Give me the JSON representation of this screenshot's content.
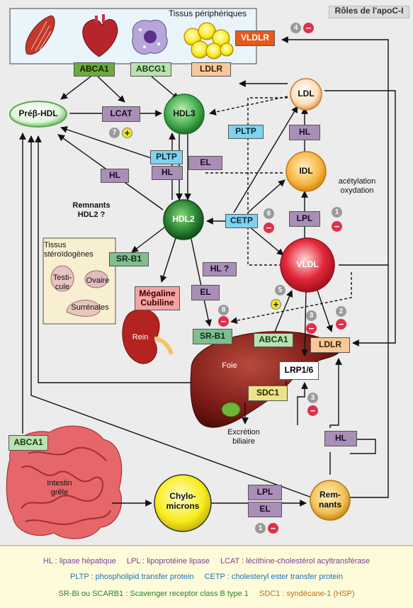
{
  "title": "Rôles de l'apoC-I",
  "top_box": {
    "label": "Tissus périphériques"
  },
  "lipoproteins": {
    "prebeta_hdl": "Préβ-HDL",
    "hdl3": "HDL3",
    "hdl2": "HDL2",
    "ldl": "LDL",
    "idl": "IDL",
    "vldl": "VLDL",
    "chylomicrons": "Chylo-\nmicrons",
    "remnants": "Rem-\nnants"
  },
  "boxes": {
    "vldlr": "VLDLR",
    "abca1_top": "ABCA1",
    "abcg1": "ABCG1",
    "ldlr_top": "LDLR",
    "lcat": "LCAT",
    "pltp_left": "PLTP",
    "hl_left": "HL",
    "hl_mid": "HL",
    "el_mid": "EL",
    "pltp_right": "PLTP",
    "cetp": "CETP",
    "hl_ldl": "HL",
    "lpl_idl": "LPL",
    "srb1_left": "SR-B1",
    "megaline": "Mégaline\nCubiline",
    "hl_q": "HL ?",
    "el_low": "EL",
    "srb1_liver": "SR-B1",
    "abca1_liver": "ABCA1",
    "ldlr_liver": "LDLR",
    "lrp1": "LRP1/6",
    "sdc1": "SDC1",
    "abca1_int": "ABCA1",
    "hl_bottom": "HL",
    "lpl_bottom": "LPL",
    "el_bottom": "EL"
  },
  "labels": {
    "remnants_hdl2": "Remnants\nHDL2 ?",
    "acetylation": "acétylation\noxydation",
    "tissus_stero": "Tissus\nstéroïdogènes",
    "testicule": "Testi-\ncule",
    "ovaire": "Ovaire",
    "surrenales": "Surrénales",
    "rein": "Rein",
    "foie": "Foie",
    "excretion": "Excrétion\nbiliaire",
    "intestin": "Intestin\ngrêle"
  },
  "numbers": {
    "n4": "4",
    "n7": "7",
    "n6": "6",
    "n1a": "1",
    "n5": "5",
    "n8": "8",
    "n3a": "3",
    "n2": "2",
    "n3b": "3",
    "n1b": "1"
  },
  "signs": {
    "minus": "−",
    "plus": "+"
  },
  "legend": {
    "hl": "HL : lipase hépatique",
    "lpl": "LPL : lipoprotéine lipase",
    "lcat": "LCAT : lécithine-cholestérol acyltransférase",
    "pltp": "PLTP : phospholipid transfer protein",
    "cetp": "CETP : cholesteryl ester transfer protein",
    "srbi": "SR-BI ou SCARB1 : Scavenger receptor class B type 1",
    "sdc1": "SDC1 : syndécane-1 (HSP)"
  },
  "colors": {
    "hl_purple": "#7b3f98",
    "lpl_purple": "#7b3f98",
    "blue_text": "#1876b8",
    "green_text": "#2f7d2f",
    "orange_text": "#c0701a",
    "minus": "#e0304a",
    "plus": "#f2e81c"
  }
}
